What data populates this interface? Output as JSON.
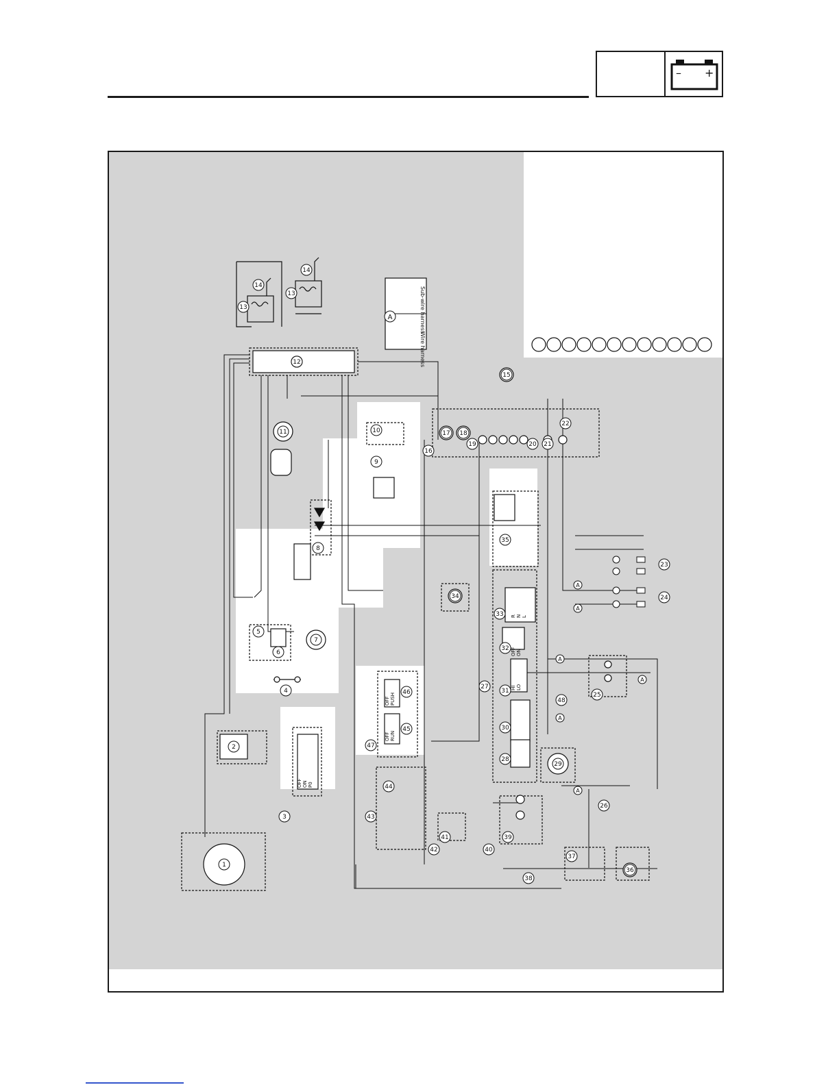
{
  "header": {
    "chapter_icon": "battery-icon",
    "battery_minus": "–",
    "battery_plus": "+"
  },
  "diagram": {
    "component_numbers": [
      "1",
      "2",
      "3",
      "4",
      "5",
      "6",
      "7",
      "8",
      "9",
      "10",
      "11",
      "12",
      "13",
      "14",
      "13",
      "14",
      "15",
      "16",
      "17",
      "18",
      "19",
      "20",
      "21",
      "22",
      "23",
      "24",
      "25",
      "26",
      "27",
      "28",
      "29",
      "30",
      "31",
      "32",
      "33",
      "34",
      "35",
      "36",
      "37",
      "38",
      "39",
      "40",
      "41",
      "42",
      "43",
      "44",
      "45",
      "46",
      "47",
      "48"
    ],
    "callout_A": "A",
    "connector_labels": {
      "wire_harness": "Wire harness",
      "sub_wire_harness": "Sub-wire harness"
    },
    "switch_positions": {
      "off_on": [
        "OFF",
        "ON"
      ],
      "off_on_p0": [
        "OFF",
        "ON",
        "P0"
      ],
      "off_push": [
        "OFF",
        "PUSH"
      ],
      "off_run": [
        "OFF",
        "RUN"
      ],
      "hi_lo": [
        "HI",
        "LO"
      ],
      "lrn": [
        "R",
        "N",
        "L"
      ]
    },
    "legend_circle_count": 12,
    "colors": {
      "background_panel": "#d4d4d4",
      "line": "#111111",
      "white_area": "#ffffff"
    }
  }
}
